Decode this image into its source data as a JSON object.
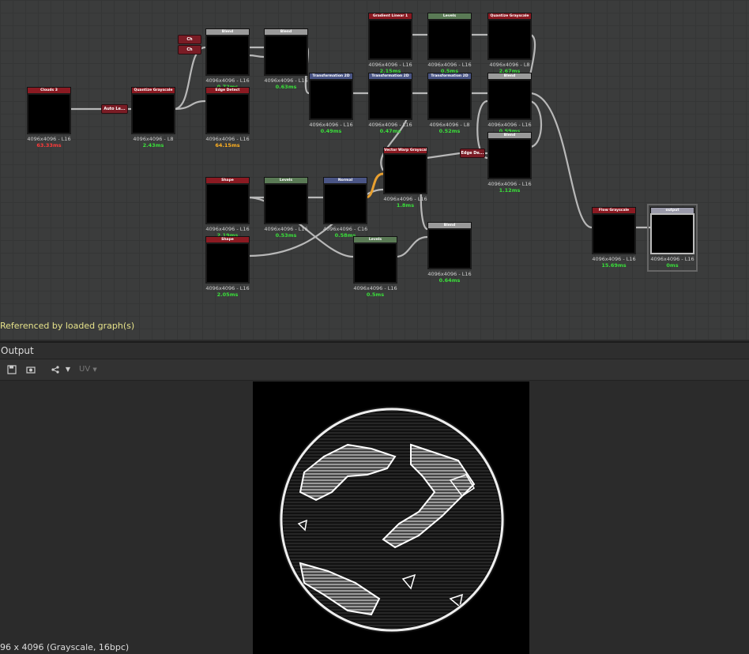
{
  "graph": {
    "referenced_text": "Referenced by loaded graph(s)",
    "nodes": {
      "clouds": {
        "title": "Clouds 3",
        "res": "4096x4096 - L16",
        "time": "63.33ms",
        "color": "#8b1a22",
        "time_color": "#ff3a3a"
      },
      "quantize1": {
        "title": "Quantize Grayscale",
        "res": "4096x4096 - L8",
        "time": "2.43ms",
        "color": "#8b1a22",
        "time_color": "#3adf3a"
      },
      "blend1": {
        "title": "Blend",
        "res": "4096x4096 - L16",
        "time": "0.72ms",
        "color": "#9a9a9a",
        "time_color": "#3adf3a"
      },
      "edge_detect": {
        "title": "Edge Detect",
        "res": "4096x4096 - L16",
        "time": "64.15ms",
        "color": "#8b1a22",
        "time_color": "#ffb020"
      },
      "blend2": {
        "title": "Blend",
        "res": "4096x4096 - L16",
        "time": "0.63ms",
        "color": "#9a9a9a",
        "time_color": "#3adf3a"
      },
      "transform1": {
        "title": "Transformation 2D",
        "res": "4096x4096 - L16",
        "time": "0.49ms",
        "color": "#4a5585",
        "time_color": "#3adf3a"
      },
      "transform2": {
        "title": "Transformation 2D",
        "res": "4096x4096 - L16",
        "time": "0.47ms",
        "color": "#4a5585",
        "time_color": "#3adf3a"
      },
      "gradient": {
        "title": "Gradient Linear 1",
        "res": "4096x4096 - L16",
        "time": "2.15ms",
        "color": "#8b1a22",
        "time_color": "#3adf3a"
      },
      "levels1": {
        "title": "Levels",
        "res": "4096x4096 - L16",
        "time": "0.5ms",
        "color": "#5a7a55",
        "time_color": "#3adf3a"
      },
      "quantize2": {
        "title": "Quantize Grayscale",
        "res": "4096x4096 - L8",
        "time": "2.67ms",
        "color": "#8b1a22",
        "time_color": "#3adf3a"
      },
      "transform3": {
        "title": "Transformation 2D",
        "res": "4096x4096 - L8",
        "time": "0.52ms",
        "color": "#4a5585",
        "time_color": "#3adf3a"
      },
      "blend3": {
        "title": "Blend",
        "res": "4096x4096 - L16",
        "time": "0.59ms",
        "color": "#9a9a9a",
        "time_color": "#3adf3a"
      },
      "blend4": {
        "title": "Blend",
        "res": "4096x4096 - L16",
        "time": "1.12ms",
        "color": "#9a9a9a",
        "time_color": "#3adf3a"
      },
      "vector_warp": {
        "title": "Vector Warp Grayscale",
        "res": "4096x4096 - L16",
        "time": "1.8ms",
        "color": "#8b1a22",
        "time_color": "#3adf3a"
      },
      "shape1": {
        "title": "Shape",
        "res": "4096x4096 - L16",
        "time": "2.19ms",
        "color": "#8b1a22",
        "time_color": "#3adf3a"
      },
      "levels2": {
        "title": "Levels",
        "res": "4096x4096 - L16",
        "time": "0.53ms",
        "color": "#5a7a55",
        "time_color": "#3adf3a"
      },
      "normal": {
        "title": "Normal",
        "res": "4096x4096 - C16",
        "time": "0.58ms",
        "color": "#4a5585",
        "time_color": "#3adf3a"
      },
      "shape2": {
        "title": "Shape",
        "res": "4096x4096 - L16",
        "time": "2.05ms",
        "color": "#8b1a22",
        "time_color": "#3adf3a"
      },
      "levels3": {
        "title": "Levels",
        "res": "4096x4096 - L16",
        "time": "0.5ms",
        "color": "#5a7a55",
        "time_color": "#3adf3a"
      },
      "blend5": {
        "title": "Blend",
        "res": "4096x4096 - L16",
        "time": "0.64ms",
        "color": "#9a9a9a",
        "time_color": "#3adf3a"
      },
      "flood": {
        "title": "Flow Grayscale",
        "res": "4096x4096 - L16",
        "time": "15.69ms",
        "color": "#8b1a22",
        "time_color": "#3adf3a"
      },
      "output": {
        "title": "output",
        "res": "4096x4096 - L16",
        "time": "0ms",
        "color": "#9a9aaa",
        "time_color": "#3adf3a"
      }
    },
    "small_nodes": {
      "auto_levels": "Auto Le...",
      "c1": "Ch",
      "c2": "Ch",
      "edge_det2": "Edge De..."
    }
  },
  "output_panel": {
    "title": "Output",
    "uv_label": "UV",
    "status": "96 x 4096 (Grayscale, 16bpc)"
  },
  "icons": [
    "save-icon",
    "camera-icon",
    "share-icon",
    "chevron-down-icon"
  ]
}
